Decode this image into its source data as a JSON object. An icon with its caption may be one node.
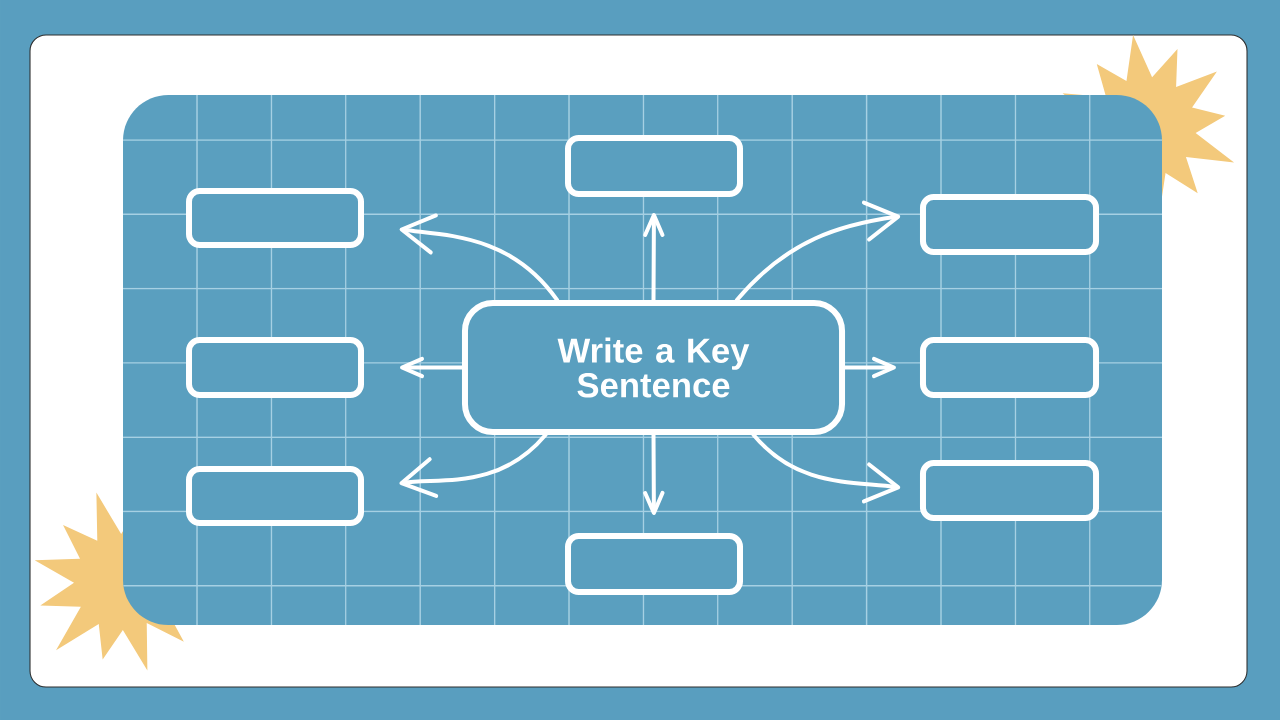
{
  "diagram": {
    "nodes": [
      {
        "text": [],
        "shape": "box"
      },
      {
        "text": [],
        "shape": "box"
      },
      {
        "text": [],
        "shape": "box"
      },
      {
        "text": [],
        "shape": "box"
      },
      {
        "text": [
          "Write a Key Sentence"
        ]
      },
      {
        "text": [],
        "shape": "box"
      },
      {
        "text": [],
        "shape": "box"
      },
      {
        "text": [],
        "shape": "box"
      },
      {
        "text": [],
        "shape": "box"
      }
    ],
    "edges": [
      {
        "from": 4,
        "to": 0,
        "arrow": "to"
      },
      {
        "from": 4,
        "to": 2,
        "arrow": "to"
      },
      {
        "from": 4,
        "to": 5,
        "arrow": "to"
      },
      {
        "from": 4,
        "to": 7,
        "arrow": "to"
      },
      {
        "from": 4,
        "to": 8,
        "arrow": "to"
      },
      {
        "from": 4,
        "to": 6,
        "arrow": "to"
      },
      {
        "from": 4,
        "to": 3,
        "arrow": "to"
      },
      {
        "from": 4,
        "to": 1,
        "arrow": "to"
      }
    ]
  }
}
